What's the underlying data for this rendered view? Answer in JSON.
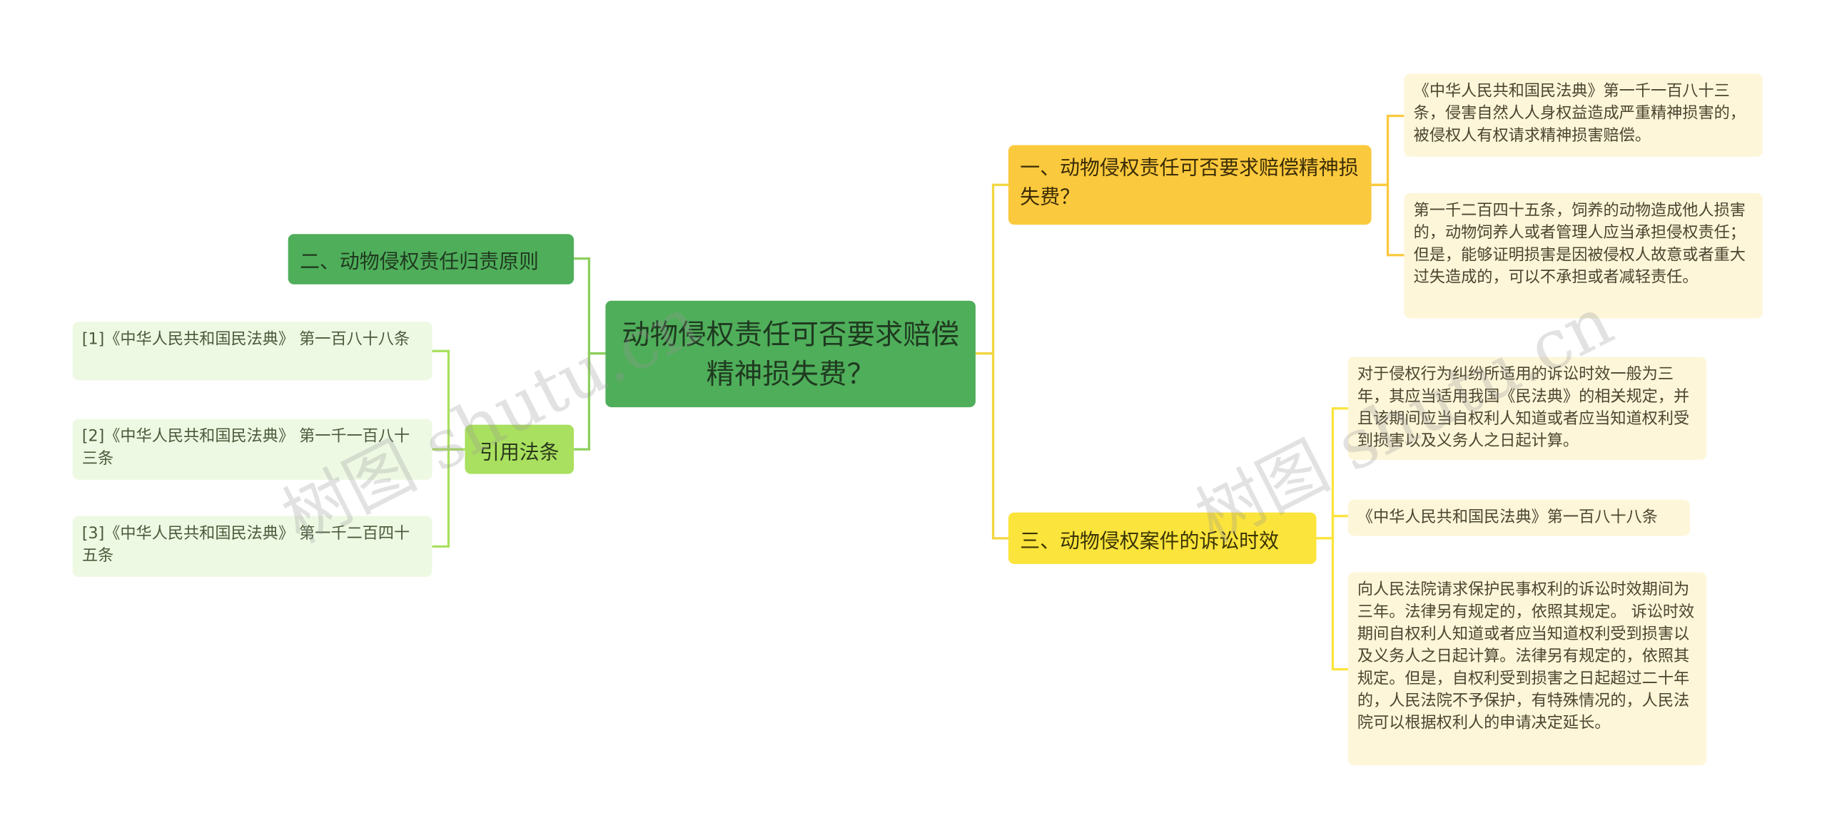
{
  "root": {
    "label": "动物侵权责任可否要求赔偿精神损失费？"
  },
  "branches": {
    "b1": {
      "label": "一、动物侵权责任可否要求赔偿精神损失费？"
    },
    "b2": {
      "label": "二、动物侵权责任归责原则"
    },
    "b3": {
      "label": "三、动物侵权案件的诉讼时效"
    },
    "b4": {
      "label": "引用法条"
    }
  },
  "leaves": {
    "b1": [
      "《中华人民共和国民法典》第一千一百八十三条，侵害自然人人身权益造成严重精神损害的，被侵权人有权请求精神损害赔偿。",
      "第一千二百四十五条，饲养的动物造成他人损害的，动物饲养人或者管理人应当承担侵权责任；但是，能够证明损害是因被侵权人故意或者重大过失造成的，可以不承担或者减轻责任。"
    ],
    "b3": [
      "对于侵权行为纠纷所适用的诉讼时效一般为三年，其应当适用我国《民法典》的相关规定，并且该期间应当自权利人知道或者应当知道权利受到损害以及义务人之日起计算。",
      "《中华人民共和国民法典》第一百八十八条",
      "向人民法院请求保护民事权利的诉讼时效期间为三年。法律另有规定的，依照其规定。 诉讼时效期间自权利人知道或者应当知道权利受到损害以及义务人之日起计算。法律另有规定的，依照其规定。但是，自权利受到损害之日起超过二十年的，人民法院不予保护，有特殊情况的，人民法院可以根据权利人的申请决定延长。"
    ],
    "b4": [
      "[1]《中华人民共和国民法典》 第一百八十八条",
      "[2]《中华人民共和国民法典》 第一千一百八十三条",
      "[3]《中华人民共和国民法典》 第一千二百四十五条"
    ]
  },
  "colors": {
    "root": "#4fae5a",
    "green_light": "#a9e05f",
    "yellow_top": "#fbc93d",
    "yellow_bottom": "#fbe43b",
    "connector_green": "#8dcf5e",
    "connector_yellow": "#f2d640"
  }
}
